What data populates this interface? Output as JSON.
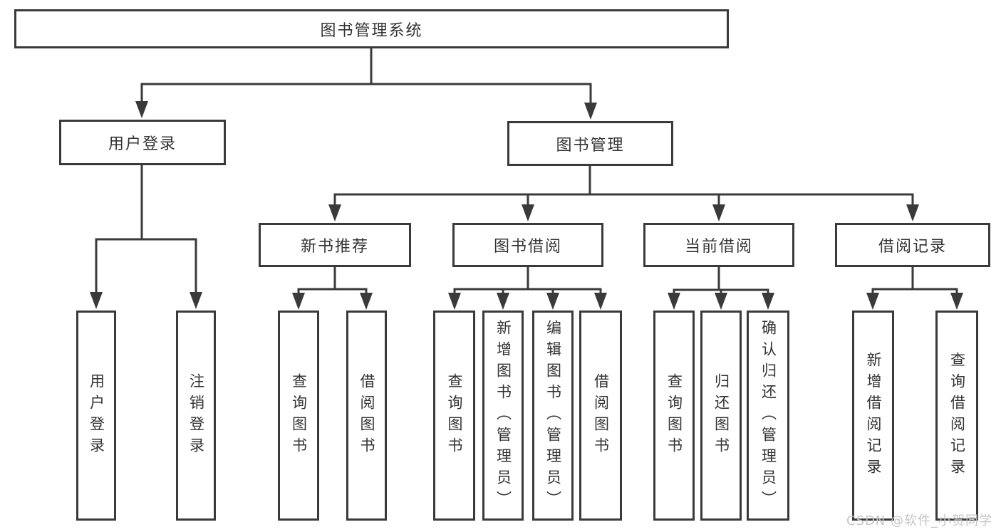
{
  "diagram": {
    "root": {
      "label": "图书管理系统",
      "children": [
        {
          "label": "用户登录",
          "children": [
            {
              "label": "用户登录"
            },
            {
              "label": "注销登录"
            }
          ]
        },
        {
          "label": "图书管理",
          "children": [
            {
              "label": "新书推荐",
              "children": [
                {
                  "label": "查询图书"
                },
                {
                  "label": "借阅图书"
                }
              ]
            },
            {
              "label": "图书借阅",
              "children": [
                {
                  "label": "查询图书"
                },
                {
                  "label": "新增图书（管理员）"
                },
                {
                  "label": "编辑图书（管理员）"
                },
                {
                  "label": "借阅图书"
                }
              ]
            },
            {
              "label": "当前借阅",
              "children": [
                {
                  "label": "查询图书"
                },
                {
                  "label": "归还图书"
                },
                {
                  "label": "确认归还（管理员）"
                }
              ]
            },
            {
              "label": "借阅记录",
              "children": [
                {
                  "label": "新增借阅记录"
                },
                {
                  "label": "查询借阅记录"
                }
              ]
            }
          ]
        }
      ]
    }
  },
  "watermark": {
    "text": "CSDN @软件_小贺同学"
  },
  "colors": {
    "line": "#3a3a3a",
    "text": "#333333",
    "watermark": "#c5c5c5",
    "background": "#ffffff"
  }
}
